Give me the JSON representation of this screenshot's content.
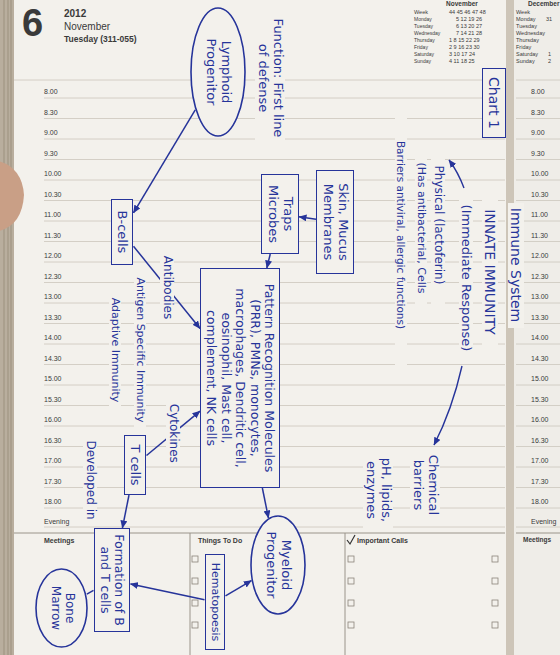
{
  "diagram": {
    "nodes": [
      {
        "text": [
          "Chart 1"
        ]
      },
      {
        "text": [
          "Skin, Mucus Membranes"
        ]
      },
      {
        "text": [
          "Traps Microbes"
        ]
      },
      {
        "text": [
          "Pattern Recognition Molecules (PRR), PMNs, monocytes, macrophages, Dendritic cell, eosinophil, Mast cell, complement, NK cells"
        ]
      },
      {
        "text": [
          "Myeloid Progenitor"
        ]
      },
      {
        "text": [
          "Lymphoid Progenitor"
        ]
      },
      {
        "text": [
          "Hematopoesis"
        ]
      },
      {
        "text": [
          "T cells"
        ]
      },
      {
        "text": [
          "B-cells"
        ]
      },
      {
        "text": [
          "Formation of B and T cells"
        ]
      },
      {
        "text": [
          "Bone Marrow"
        ]
      }
    ],
    "edges": [
      {
        "from": 1,
        "to": 2,
        "arrow": "to"
      },
      {
        "from": 2,
        "to": 3,
        "arrow": "to"
      },
      {
        "from": 3,
        "to": 4,
        "arrow": "to"
      },
      {
        "from": 5,
        "to": 8,
        "arrow": "to"
      },
      {
        "from": 8,
        "to": 3,
        "label": "Antibodies",
        "arrow": "to"
      },
      {
        "from": 7,
        "to": 3,
        "label": "Cytokines",
        "arrow": "to"
      },
      {
        "from": 6,
        "to": 4,
        "arrow": "to"
      },
      {
        "from": 6,
        "to": 9,
        "arrow": "to"
      },
      {
        "from": 7,
        "to": 9,
        "arrow": "to"
      },
      {
        "from": 9,
        "to": 10,
        "arrow": "none"
      }
    ],
    "labels": [
      "6",
      "2012",
      "November",
      "Tuesday (311-055)",
      "November",
      "Week",
      "44 45 46 47 48",
      "Monday",
      "Tuesday",
      "Wednesday",
      "Thursday",
      "Friday",
      "Saturday",
      "Sunday",
      "5 12 19 26",
      "6 13 20 27",
      "7 14 21 28",
      "1 8 15 22 29",
      "2 9 16 23 30",
      "3 10 17 24",
      "4 11 18 25",
      "8.00",
      "8.30",
      "9.00",
      "9.30",
      "10.00",
      "10.30",
      "11.00",
      "11.30",
      "12.00",
      "12.30",
      "13.00",
      "13.30",
      "14.00",
      "14.30",
      "15.00",
      "15.30",
      "16.00",
      "16.30",
      "17.00",
      "17.30",
      "18.00",
      "Evening",
      "Meetings",
      "Things To Do",
      "Important Calls",
      "December",
      "Week",
      "Monday",
      "31",
      "Tuesday",
      "Wednesday",
      "Thursday",
      "Friday",
      "Saturday",
      "1",
      "Sunday",
      "2",
      "8.00",
      "8.30",
      "9.00",
      "9.30",
      "10.00",
      "10.30",
      "11.00",
      "11.30",
      "12.00",
      "12.30",
      "13.00",
      "13.30",
      "14.00",
      "14.30",
      "15.00",
      "15.30",
      "16.00",
      "16.30",
      "17.00",
      "17.30",
      "18.00",
      "Evening",
      "Meetings",
      "Immune System",
      "INNATE IMMUNITY",
      "(Immediate Response)",
      "Physical (lactoferin)",
      "(Has antibacterial, Cells",
      "Barriers antiviral, allergic functions)",
      "Chemical barriers",
      "pH, lipids, enzymes",
      "Function: First line of defense",
      "Antigen Specific Immunity",
      "Adaptive Immunity",
      "Developed in"
    ]
  }
}
